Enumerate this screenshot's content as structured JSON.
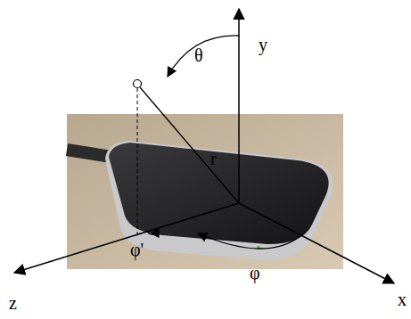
{
  "diagram": {
    "labels": [
      "y",
      "θ",
      "r",
      "x",
      "z",
      "φ'",
      "φ"
    ]
  }
}
